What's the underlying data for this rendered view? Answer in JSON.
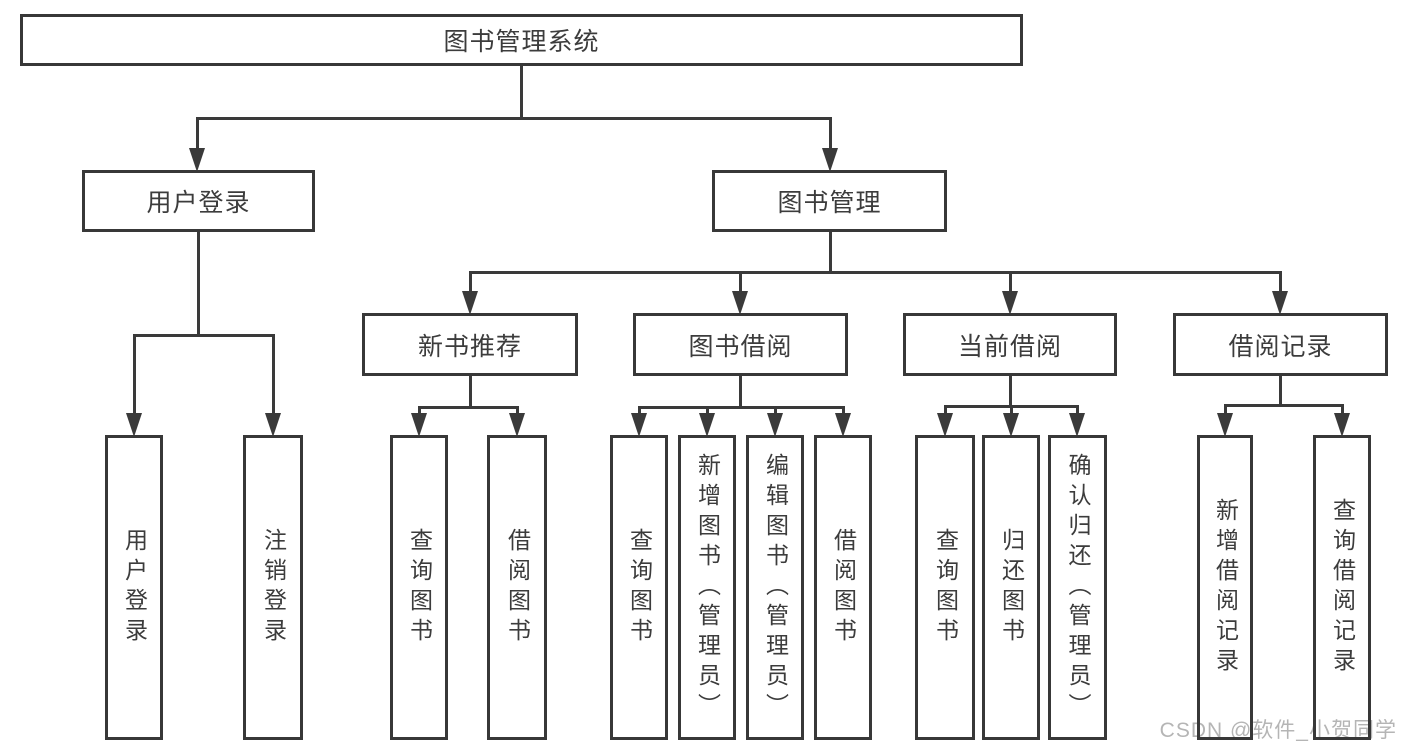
{
  "diagram": {
    "type": "tree",
    "title": "图书管理系统",
    "colors": {
      "line": "#3a3a3a",
      "text": "#3c3c3c",
      "box_fill": "#ffffff"
    },
    "nodes": [
      {
        "id": "root",
        "label": "图书管理系统",
        "level": 0,
        "parent": null
      },
      {
        "id": "user-login",
        "label": "用户登录",
        "level": 1,
        "parent": "root"
      },
      {
        "id": "book-mgmt",
        "label": "图书管理",
        "level": 1,
        "parent": "root"
      },
      {
        "id": "new-book",
        "label": "新书推荐",
        "level": 2,
        "parent": "book-mgmt"
      },
      {
        "id": "book-borrow",
        "label": "图书借阅",
        "level": 2,
        "parent": "book-mgmt"
      },
      {
        "id": "current-borrow",
        "label": "当前借阅",
        "level": 2,
        "parent": "book-mgmt"
      },
      {
        "id": "borrow-records",
        "label": "借阅记录",
        "level": 2,
        "parent": "book-mgmt"
      },
      {
        "id": "leaf-user-login",
        "label": "用户登录",
        "level": 3,
        "parent": "user-login"
      },
      {
        "id": "leaf-logout",
        "label": "注销登录",
        "level": 3,
        "parent": "user-login"
      },
      {
        "id": "leaf-nb-query",
        "label": "查询图书",
        "level": 3,
        "parent": "new-book"
      },
      {
        "id": "leaf-nb-borrow",
        "label": "借阅图书",
        "level": 3,
        "parent": "new-book"
      },
      {
        "id": "leaf-bb-query",
        "label": "查询图书",
        "level": 3,
        "parent": "book-borrow"
      },
      {
        "id": "leaf-bb-add",
        "label": "新增图书（管理员）",
        "level": 3,
        "parent": "book-borrow"
      },
      {
        "id": "leaf-bb-edit",
        "label": "编辑图书（管理员）",
        "level": 3,
        "parent": "book-borrow"
      },
      {
        "id": "leaf-bb-borrow",
        "label": "借阅图书",
        "level": 3,
        "parent": "book-borrow"
      },
      {
        "id": "leaf-cb-query",
        "label": "查询图书",
        "level": 3,
        "parent": "current-borrow"
      },
      {
        "id": "leaf-cb-return",
        "label": "归还图书",
        "level": 3,
        "parent": "current-borrow"
      },
      {
        "id": "leaf-cb-confirm",
        "label": "确认归还（管理员）",
        "level": 3,
        "parent": "current-borrow"
      },
      {
        "id": "leaf-br-add",
        "label": "新增借阅记录",
        "level": 3,
        "parent": "borrow-records"
      },
      {
        "id": "leaf-br-query",
        "label": "查询借阅记录",
        "level": 3,
        "parent": "borrow-records"
      }
    ]
  },
  "watermark": {
    "text": "CSDN @软件_小贺同学",
    "color": "#b5b5b5"
  }
}
